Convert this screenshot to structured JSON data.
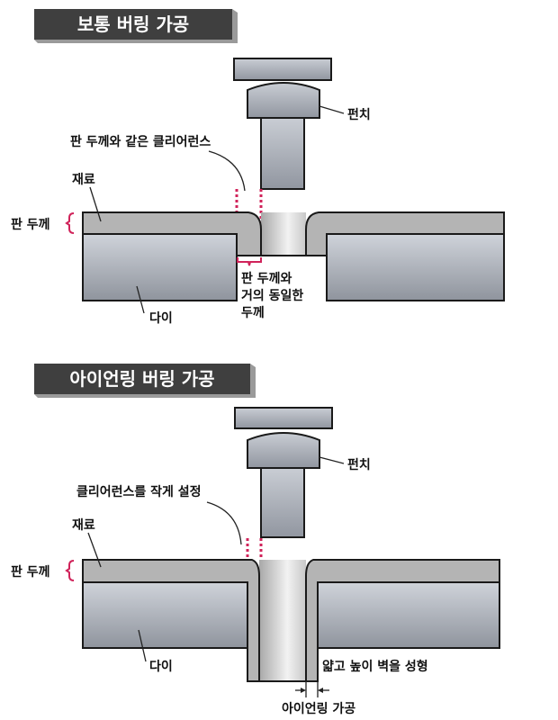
{
  "normal": {
    "title": "보통 버링 가공",
    "punch": "펀치",
    "clearance": "판 두께와 같은 클리어런스",
    "material": "재료",
    "thickness": "판 두께",
    "die": "다이",
    "wall_line1": "판 두께와",
    "wall_line2": "거의 동일한",
    "wall_line3": "두께"
  },
  "ironing": {
    "title": "아이언링 버링 가공",
    "punch": "펀치",
    "clearance": "클리어런스를 작게 설정",
    "material": "재료",
    "thickness": "판 두께",
    "die": "다이",
    "wall": "얇고 높이 벽을 성형",
    "ironing": "아이언링 가공"
  },
  "colors": {
    "accent": "#d0235a",
    "banner": "#3f3f3f",
    "material": "#b4b4b4"
  }
}
